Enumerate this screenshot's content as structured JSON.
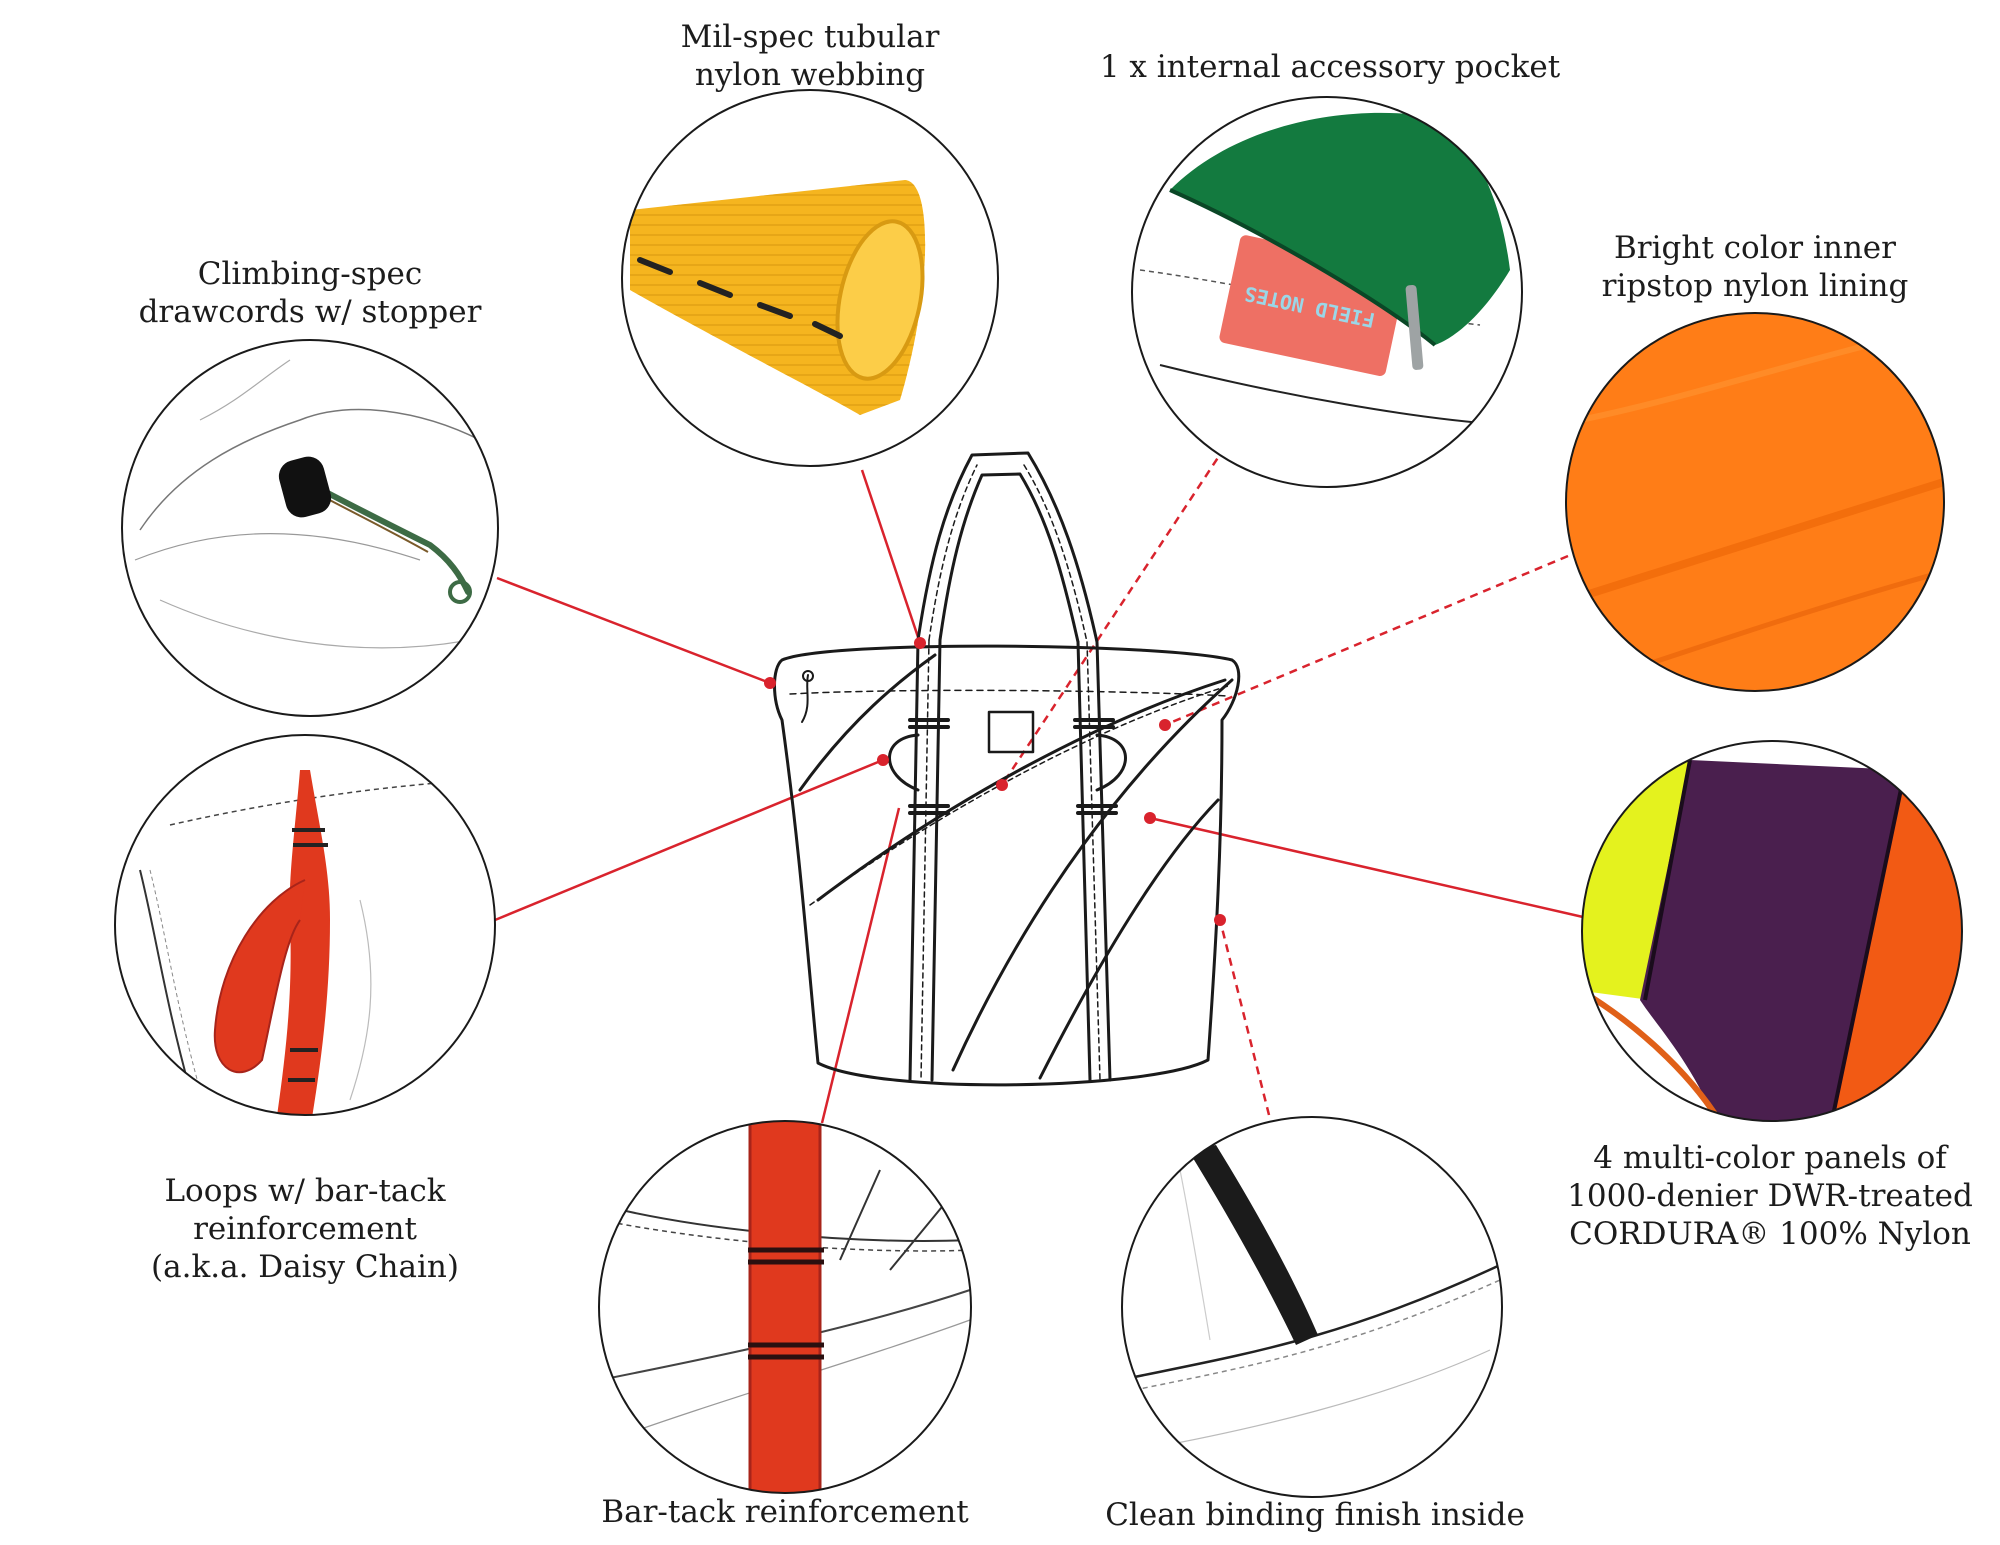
{
  "callouts": {
    "webbing": {
      "lines": [
        "Mil-spec tubular",
        "nylon webbing"
      ]
    },
    "pocket": {
      "lines": [
        "1 x internal accessory pocket"
      ]
    },
    "drawcords": {
      "lines": [
        "Climbing-spec",
        "drawcords w/ stopper"
      ]
    },
    "lining": {
      "lines": [
        "Bright color inner",
        "ripstop nylon lining"
      ]
    },
    "loops": {
      "lines": [
        "Loops w/ bar-tack",
        "reinforcement",
        "(a.k.a. Daisy Chain)"
      ]
    },
    "panels": {
      "lines": [
        "4 multi-color panels of",
        "1000-denier DWR-treated",
        "CORDURA® 100% Nylon"
      ]
    },
    "bartack": {
      "lines": [
        "Bar-tack reinforcement"
      ]
    },
    "binding": {
      "lines": [
        "Clean binding finish inside"
      ]
    }
  },
  "pocket_card": {
    "text": "FIELD NOTES"
  },
  "colors": {
    "leader": "#d9232d",
    "outline": "#1a1a1a",
    "webbing_yellow": "#f5b51f",
    "pocket_green": "#137a3f",
    "card_salmon": "#ee7064",
    "lining_orange": "#ff7d17",
    "daisy_red": "#e0391e",
    "panel_lime": "#e4f21e",
    "panel_purple": "#4a1f4e",
    "panel_orange": "#f25a14",
    "binding_black": "#1b1b1b"
  }
}
